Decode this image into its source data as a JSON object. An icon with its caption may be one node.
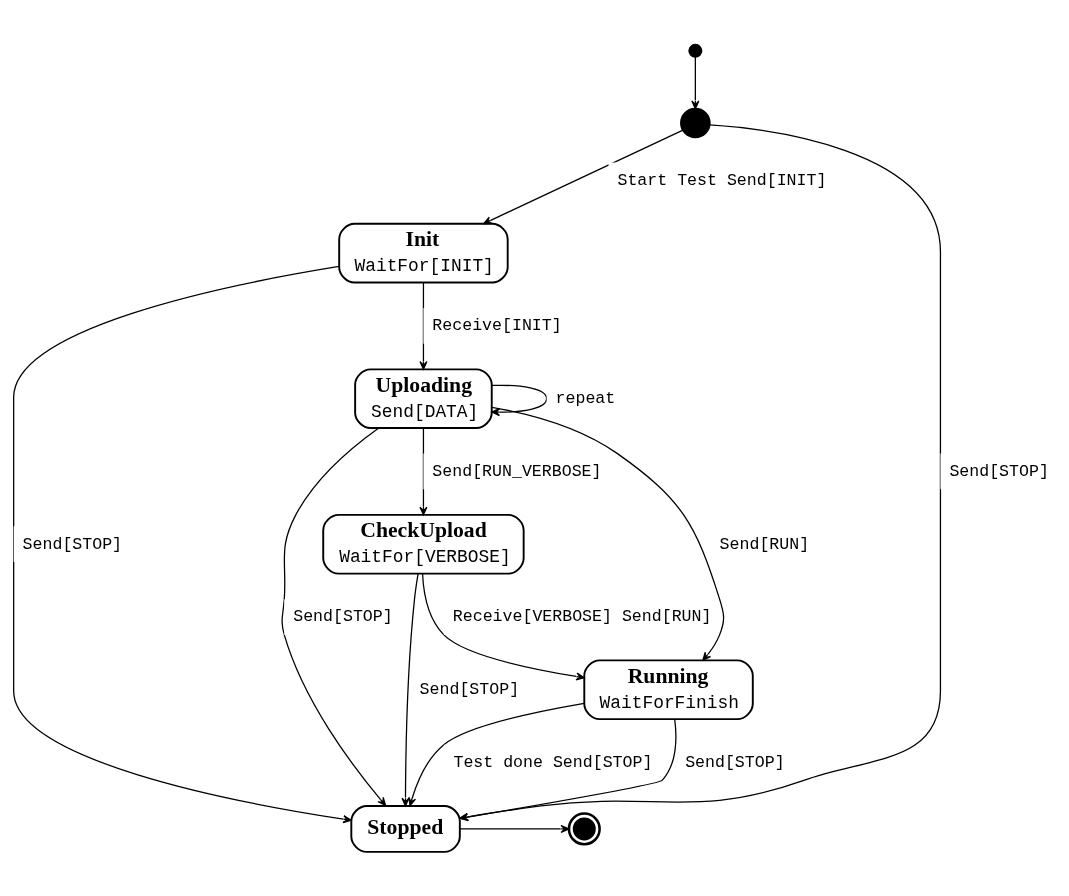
{
  "diagram": {
    "nodes": [
      {
        "text": [],
        "shape": "circle"
      },
      {
        "text": [],
        "shape": "circle"
      },
      {
        "text": [
          "Init",
          "WaitFor[INIT]"
        ]
      },
      {
        "text": [
          "Uploading",
          "Send[DATA]"
        ]
      },
      {
        "text": [
          "CheckUpload",
          "WaitFor[VERBOSE]"
        ]
      },
      {
        "text": [
          "Running",
          "WaitForFinish"
        ]
      },
      {
        "text": [
          "Stopped"
        ]
      },
      {
        "text": [],
        "shape": "circle"
      }
    ],
    "edges": [
      {
        "from": 0,
        "to": 1,
        "arrow": "to"
      },
      {
        "from": 1,
        "to": 2,
        "arrow": "to",
        "label": "Start Test Send[INIT]"
      },
      {
        "from": 1,
        "to": 6,
        "arrow": "to",
        "label": "Send[STOP]"
      },
      {
        "from": 2,
        "to": 3,
        "arrow": "to",
        "label": "Receive[INIT]"
      },
      {
        "from": 2,
        "to": 6,
        "arrow": "to",
        "label": "Send[STOP]"
      },
      {
        "from": 3,
        "to": 3,
        "arrow": "to",
        "label": "repeat"
      },
      {
        "from": 3,
        "to": 4,
        "arrow": "to",
        "label": "Send[RUN_VERBOSE]"
      },
      {
        "from": 3,
        "to": 5,
        "arrow": "to",
        "label": "Send[RUN]"
      },
      {
        "from": 3,
        "to": 6,
        "arrow": "to",
        "label": "Send[STOP]"
      },
      {
        "from": 4,
        "to": 5,
        "arrow": "to",
        "label": "Receive[VERBOSE] Send[RUN]"
      },
      {
        "from": 4,
        "to": 6,
        "arrow": "to",
        "label": "Send[STOP]"
      },
      {
        "from": 5,
        "to": 6,
        "arrow": "to",
        "label": "Test done Send[STOP]"
      },
      {
        "from": 5,
        "to": 6,
        "arrow": "to",
        "label": "Send[STOP]"
      },
      {
        "from": 6,
        "to": 7,
        "arrow": "to"
      }
    ]
  }
}
